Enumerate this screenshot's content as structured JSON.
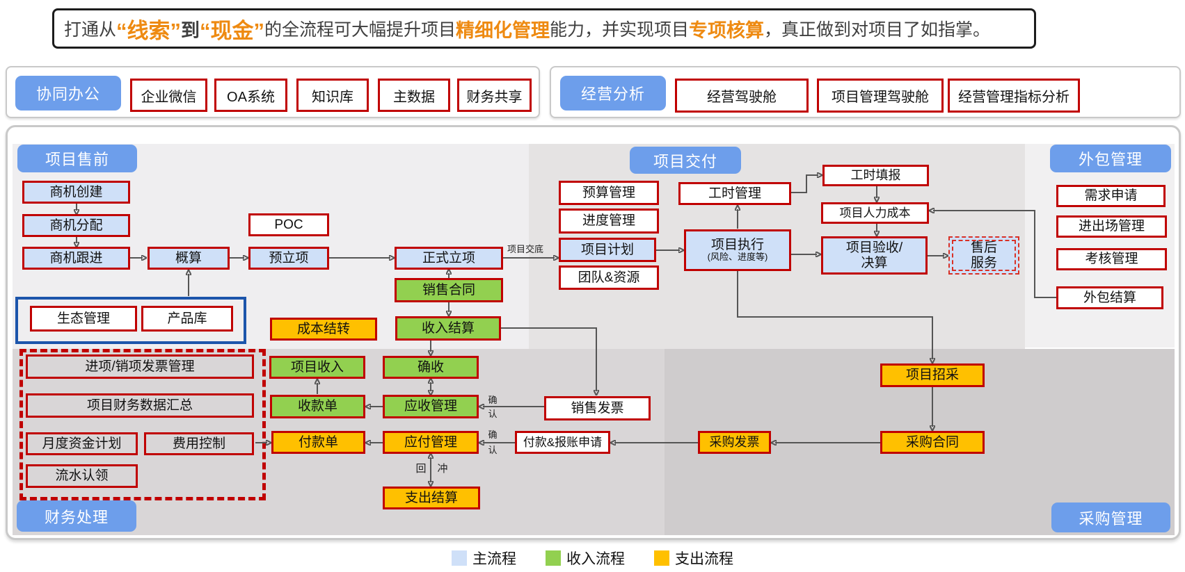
{
  "banner": {
    "t1": "打通从",
    "hl1": "“线索”",
    "t2": "到",
    "hl2": "“现金”",
    "t3": "的全流程可大幅提升项目",
    "hl3": "精细化管理",
    "t4": "能力，并实现项目",
    "hl4": "专项核算",
    "t5": "，真正做到对项目了如指掌。"
  },
  "collab": {
    "title": "协同办公",
    "items": [
      "企业微信",
      "OA系统",
      "知识库",
      "主数据",
      "财务共享"
    ]
  },
  "analysis": {
    "title": "经营分析",
    "items": [
      "经营驾驶舱",
      "项目管理驾驶舱",
      "经营管理指标分析"
    ]
  },
  "sections": {
    "presale": "项目售前",
    "delivery": "项目交付",
    "outsource": "外包管理",
    "finance": "财务处理",
    "procure": "采购管理"
  },
  "nodes": {
    "sj_create": "商机创建",
    "sj_assign": "商机分配",
    "sj_follow": "商机跟进",
    "gaisuan": "概算",
    "poc": "POC",
    "yulixiang": "预立项",
    "zhengshi": "正式立项",
    "shengtai": "生态管理",
    "chanpinku": "产品库",
    "xs_hetong": "销售合同",
    "cb_jiezhuan": "成本结转",
    "sr_jiesuan": "收入结算",
    "xm_shouru": "项目收入",
    "queshou": "确收",
    "skd": "收款单",
    "yingshou": "应收管理",
    "xs_fapiao": "销售发票",
    "fkd": "付款单",
    "yingfu": "应付管理",
    "fk_bz": "付款&报账申请",
    "zc_jiesuan": "支出结算",
    "yusuan": "预算管理",
    "jindu": "进度管理",
    "jihua": "项目计划",
    "tuandui": "团队&资源",
    "gs_mgmt": "工时管理",
    "zhixing_main": "项目执行",
    "zhixing_sub": "(风险、进度等)",
    "gs_fill": "工时填报",
    "rl_cost": "项目人力成本",
    "yanshou_1": "项目验收/",
    "yanshou_2": "决算",
    "shouhou_1": "售后",
    "shouhou_2": "服务",
    "xuqiu": "需求申请",
    "jcc": "进出场管理",
    "kaohe": "考核管理",
    "wb_jiesuan": "外包结算",
    "fp_mgmt": "进项/销项发票管理",
    "cw_huizong": "项目财务数据汇总",
    "yd_zijin": "月度资金计划",
    "feiyong": "费用控制",
    "liushui": "流水认领",
    "zhaocai": "项目招采",
    "cg_hetong": "采购合同",
    "cg_fapiao": "采购发票"
  },
  "edge_labels": {
    "handover": "项目交底",
    "confirm_top": "确",
    "confirm_bottom": "认",
    "reverse_left": "回",
    "reverse_right": "冲"
  },
  "legend": {
    "items": [
      {
        "label": "主流程",
        "color": "#cfe0f8"
      },
      {
        "label": "收入流程",
        "color": "#92d050"
      },
      {
        "label": "支出流程",
        "color": "#ffc000"
      }
    ]
  },
  "colors": {
    "accent_blue": "#6d9eeb",
    "box_blue": "#cfe0f8",
    "box_green": "#92d050",
    "box_orange": "#ffc000",
    "border_red": "#c00000",
    "banner_orange": "#ee8a11",
    "eco_border_blue": "#1c55ab"
  }
}
